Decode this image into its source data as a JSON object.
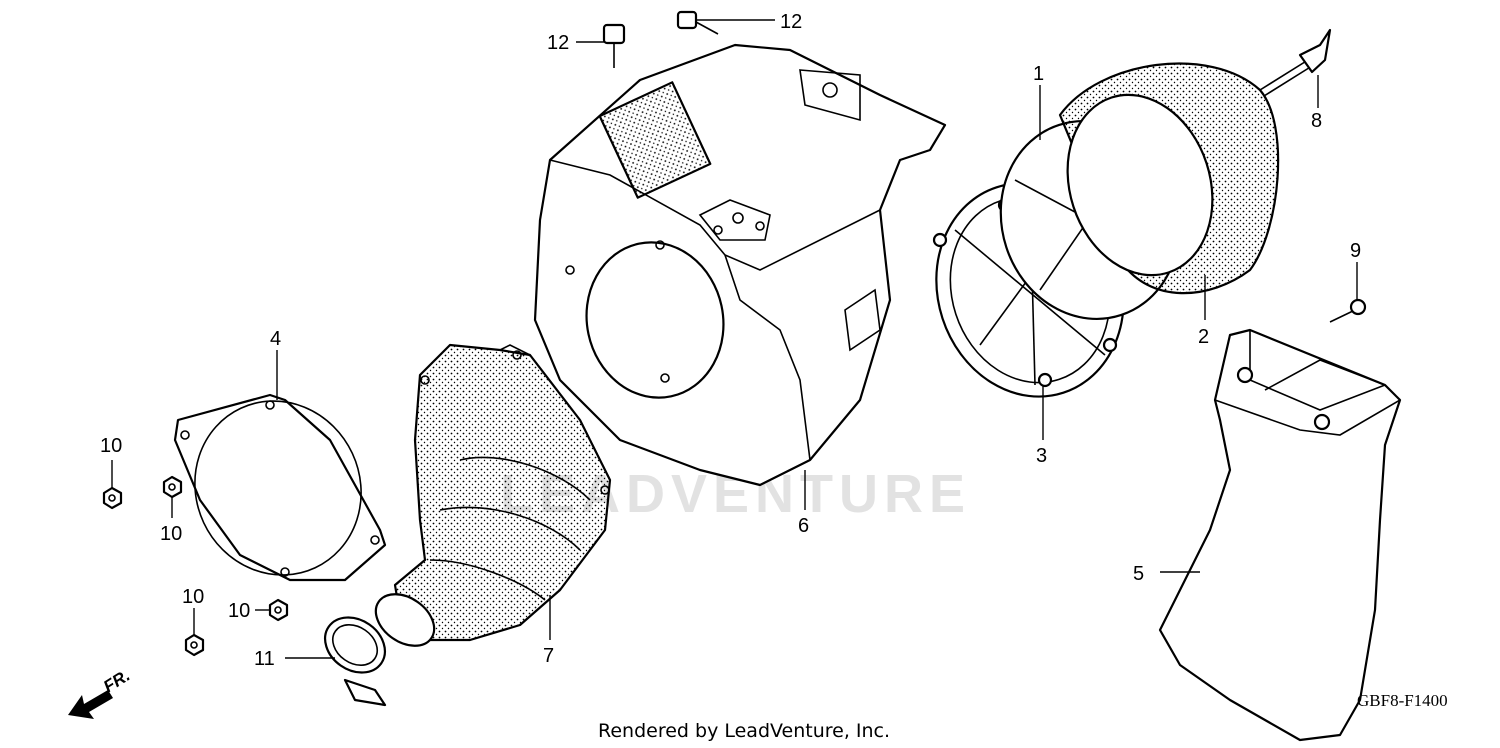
{
  "diagram": {
    "diagram_code": "GBF8-F1400",
    "credit": "Rendered by LeadVenture, Inc.",
    "watermark": "LEADVENTURE",
    "direction_label": "FR.",
    "callouts": {
      "c1": "1",
      "c2": "2",
      "c3": "3",
      "c4": "4",
      "c5": "5",
      "c6": "6",
      "c7": "7",
      "c8": "8",
      "c9": "9",
      "c10a": "10",
      "c10b": "10",
      "c10c": "10",
      "c10d": "10",
      "c11": "11",
      "c12a": "12",
      "c12b": "12"
    }
  }
}
